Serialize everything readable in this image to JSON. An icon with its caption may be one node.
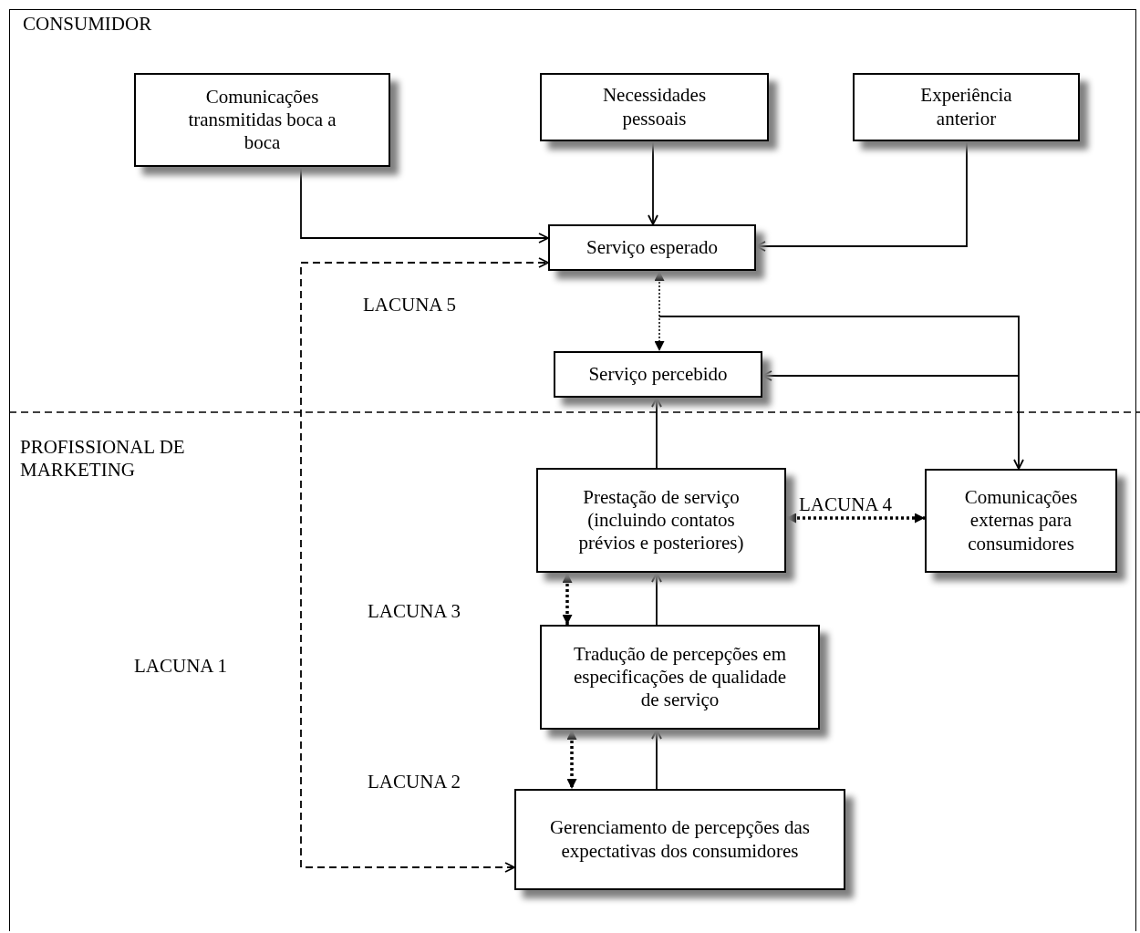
{
  "diagram": {
    "nodes": [
      {
        "text": [
          "Comunicações transmitidas boca a boca"
        ]
      },
      {
        "text": [
          "Necessidades pessoais"
        ]
      },
      {
        "text": [
          "Experiência anterior"
        ]
      },
      {
        "text": [
          "Serviço esperado"
        ]
      },
      {
        "text": [
          "Serviço percebido"
        ]
      },
      {
        "text": [
          "Prestação de serviço (incluindo contatos prévios e posteriores)"
        ]
      },
      {
        "text": [
          "Comunicações externas para consumidores"
        ]
      },
      {
        "text": [
          "Tradução de percepções em especificações de qualidade de serviço"
        ]
      },
      {
        "text": [
          "Gerenciamento de percepções das expectativas dos consumidores"
        ]
      }
    ],
    "edges": [
      {
        "from": 0,
        "to": 3,
        "arrow": "to"
      },
      {
        "from": 1,
        "to": 3,
        "arrow": "to"
      },
      {
        "from": 2,
        "to": 3,
        "arrow": "to"
      },
      {
        "from": 3,
        "to": 4,
        "arrow": "both",
        "style": "dashed"
      },
      {
        "from": null,
        "to": 6,
        "arrow": "to"
      },
      {
        "from": null,
        "to": 4,
        "arrow": "to"
      },
      {
        "from": 5,
        "to": 4,
        "arrow": "to"
      },
      {
        "from": 5,
        "to": 6,
        "arrow": "both",
        "style": "dashed"
      },
      {
        "from": 7,
        "to": 5,
        "arrow": "to"
      },
      {
        "from": 5,
        "to": 7,
        "arrow": "both",
        "style": "dashed"
      },
      {
        "from": 8,
        "to": 7,
        "arrow": "to"
      },
      {
        "from": 7,
        "to": 8,
        "arrow": "both",
        "style": "dashed"
      },
      {
        "from": 8,
        "to": 3,
        "arrow": "both",
        "style": "dashed"
      }
    ],
    "labels": [
      "CONSUMIDOR",
      "LACUNA 5",
      "PROFISSIONAL DE MARKETING",
      "LACUNA 4",
      "LACUNA 3",
      "LACUNA 1",
      "LACUNA 2"
    ]
  }
}
